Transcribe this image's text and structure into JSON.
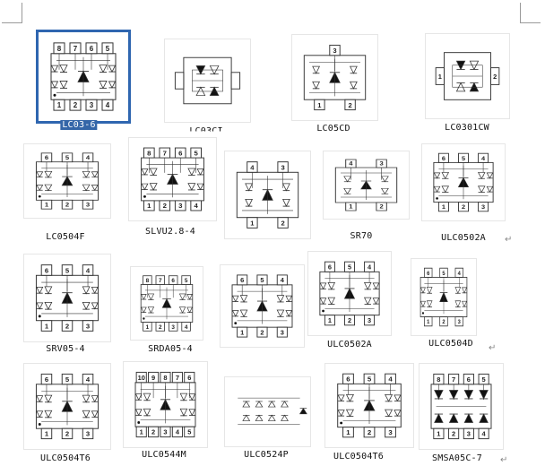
{
  "figures": [
    {
      "caption": "LC03-6",
      "top": [
        "8",
        "7",
        "6",
        "5"
      ],
      "bottom": [
        "1",
        "2",
        "3",
        "4"
      ],
      "left": [],
      "right": [],
      "selected": true
    },
    {
      "caption": "LC03CI",
      "top": [],
      "bottom": [],
      "left": [
        ""
      ],
      "right": [
        ""
      ]
    },
    {
      "caption": "LC05CD",
      "top": [
        "3"
      ],
      "bottom": [
        "1",
        "2"
      ],
      "left": [],
      "right": []
    },
    {
      "caption": "LC0301CW",
      "top": [],
      "bottom": [],
      "left": [
        "1"
      ],
      "right": [
        "2"
      ]
    },
    {
      "caption": "LC0504F",
      "top": [
        "6",
        "5",
        "4"
      ],
      "bottom": [
        "1",
        "2",
        "3"
      ],
      "left": [],
      "right": []
    },
    {
      "caption": "SLVU2.8-4",
      "top": [
        "8",
        "7",
        "6",
        "5"
      ],
      "bottom": [
        "1",
        "2",
        "3",
        "4"
      ],
      "left": [],
      "right": []
    },
    {
      "caption": "",
      "top": [
        "4",
        "3"
      ],
      "bottom": [
        "1",
        "2"
      ],
      "left": [],
      "right": []
    },
    {
      "caption": "SR70",
      "top": [
        "4",
        "3"
      ],
      "bottom": [
        "1",
        "2"
      ],
      "left": [],
      "right": []
    },
    {
      "caption": "ULC0502A",
      "top": [
        "6",
        "5",
        "4"
      ],
      "bottom": [
        "1",
        "2",
        "3"
      ],
      "left": [],
      "right": []
    },
    {
      "caption": "SRV05-4",
      "top": [
        "6",
        "5",
        "4"
      ],
      "bottom": [
        "1",
        "2",
        "3"
      ],
      "left": [],
      "right": []
    },
    {
      "caption": "SRDA05-4",
      "top": [
        "8",
        "7",
        "6",
        "5"
      ],
      "bottom": [
        "1",
        "2",
        "3",
        "4"
      ],
      "left": [],
      "right": []
    },
    {
      "caption": "",
      "top": [
        "6",
        "5",
        "4"
      ],
      "bottom": [
        "1",
        "2",
        "3"
      ],
      "left": [],
      "right": []
    },
    {
      "caption": "ULC0502A",
      "top": [
        "6",
        "5",
        "4"
      ],
      "bottom": [
        "1",
        "2",
        "3"
      ],
      "left": [],
      "right": []
    },
    {
      "caption": "ULC0504D",
      "top": [
        "6",
        "5",
        "4"
      ],
      "bottom": [
        "1",
        "2",
        "3"
      ],
      "left": [],
      "right": []
    },
    {
      "caption": "ULC0504T6",
      "top": [
        "6",
        "5",
        "4"
      ],
      "bottom": [
        "1",
        "2",
        "3"
      ],
      "left": [],
      "right": []
    },
    {
      "caption": "ULC0544M",
      "top": [
        "10",
        "9",
        "8",
        "7",
        "6"
      ],
      "bottom": [
        "1",
        "2",
        "3",
        "4",
        "5"
      ],
      "left": [],
      "right": []
    },
    {
      "caption": "ULC0524P",
      "top": [],
      "bottom": [],
      "left": [],
      "right": []
    },
    {
      "caption": "ULC0504T6",
      "top": [
        "6",
        "5",
        "4"
      ],
      "bottom": [
        "1",
        "2",
        "3"
      ],
      "left": [],
      "right": []
    },
    {
      "caption": "SMSA05C-7",
      "top": [
        "8",
        "7",
        "6",
        "5"
      ],
      "bottom": [
        "1",
        "2",
        "3",
        "4"
      ],
      "left": [],
      "right": []
    }
  ],
  "paragraph_mark": "↵",
  "colors": {
    "selection": "#2f66b0",
    "line": "#333333"
  }
}
